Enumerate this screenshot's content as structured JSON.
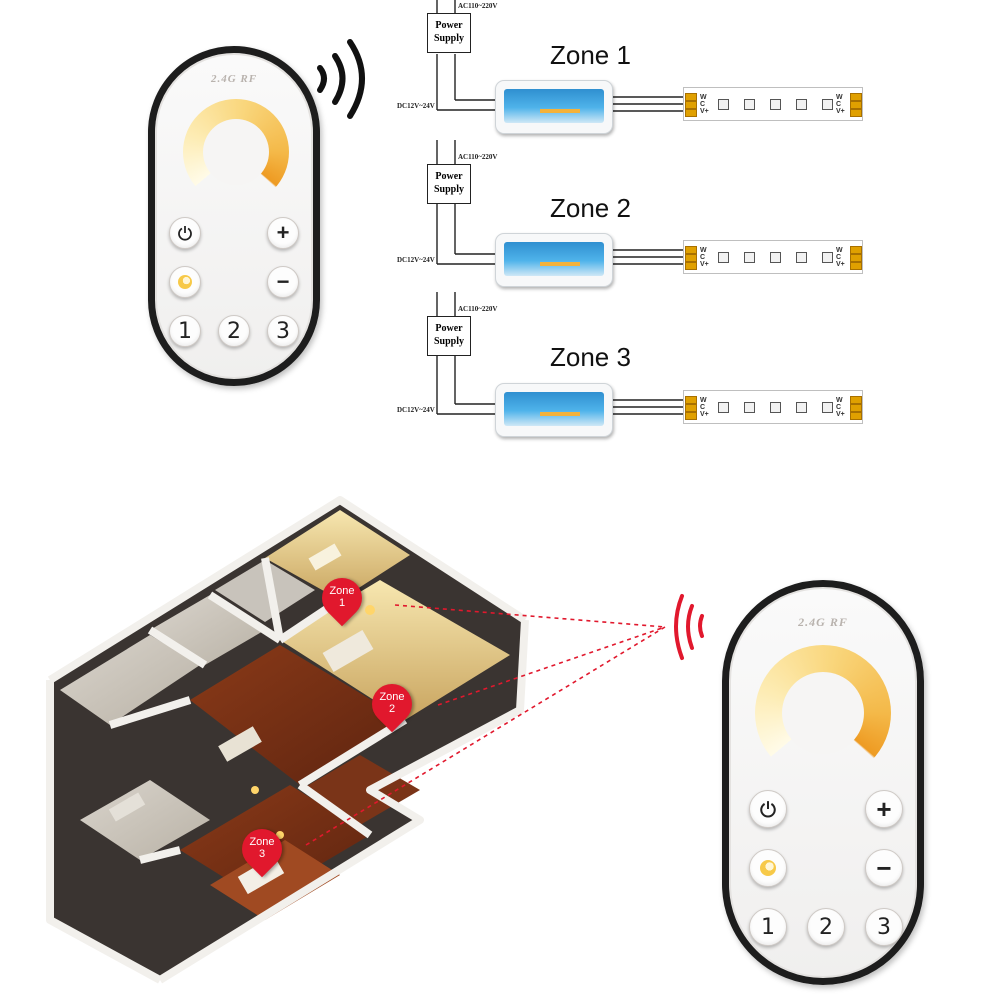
{
  "remote": {
    "rf_label": "2.4G RF",
    "buttons": [
      "1",
      "2",
      "3"
    ],
    "plus": "+",
    "minus": "−"
  },
  "wiring": {
    "ac_label": "AC110~220V",
    "dc_label": "DC12V~24V",
    "psu_line1": "Power",
    "psu_line2": "Supply",
    "zones": [
      "Zone 1",
      "Zone 2",
      "Zone 3"
    ],
    "strip_pins": [
      "W",
      "C",
      "V+"
    ]
  },
  "floorplan": {
    "marker_word": "Zone",
    "marker_numbers": [
      "1",
      "2",
      "3"
    ]
  },
  "colors": {
    "marker": "#e1182d",
    "signal": "#e1182d",
    "ring_warm": "#ee9b23",
    "ring_cool": "#fffbe8",
    "controller": "#3a9fdc"
  }
}
